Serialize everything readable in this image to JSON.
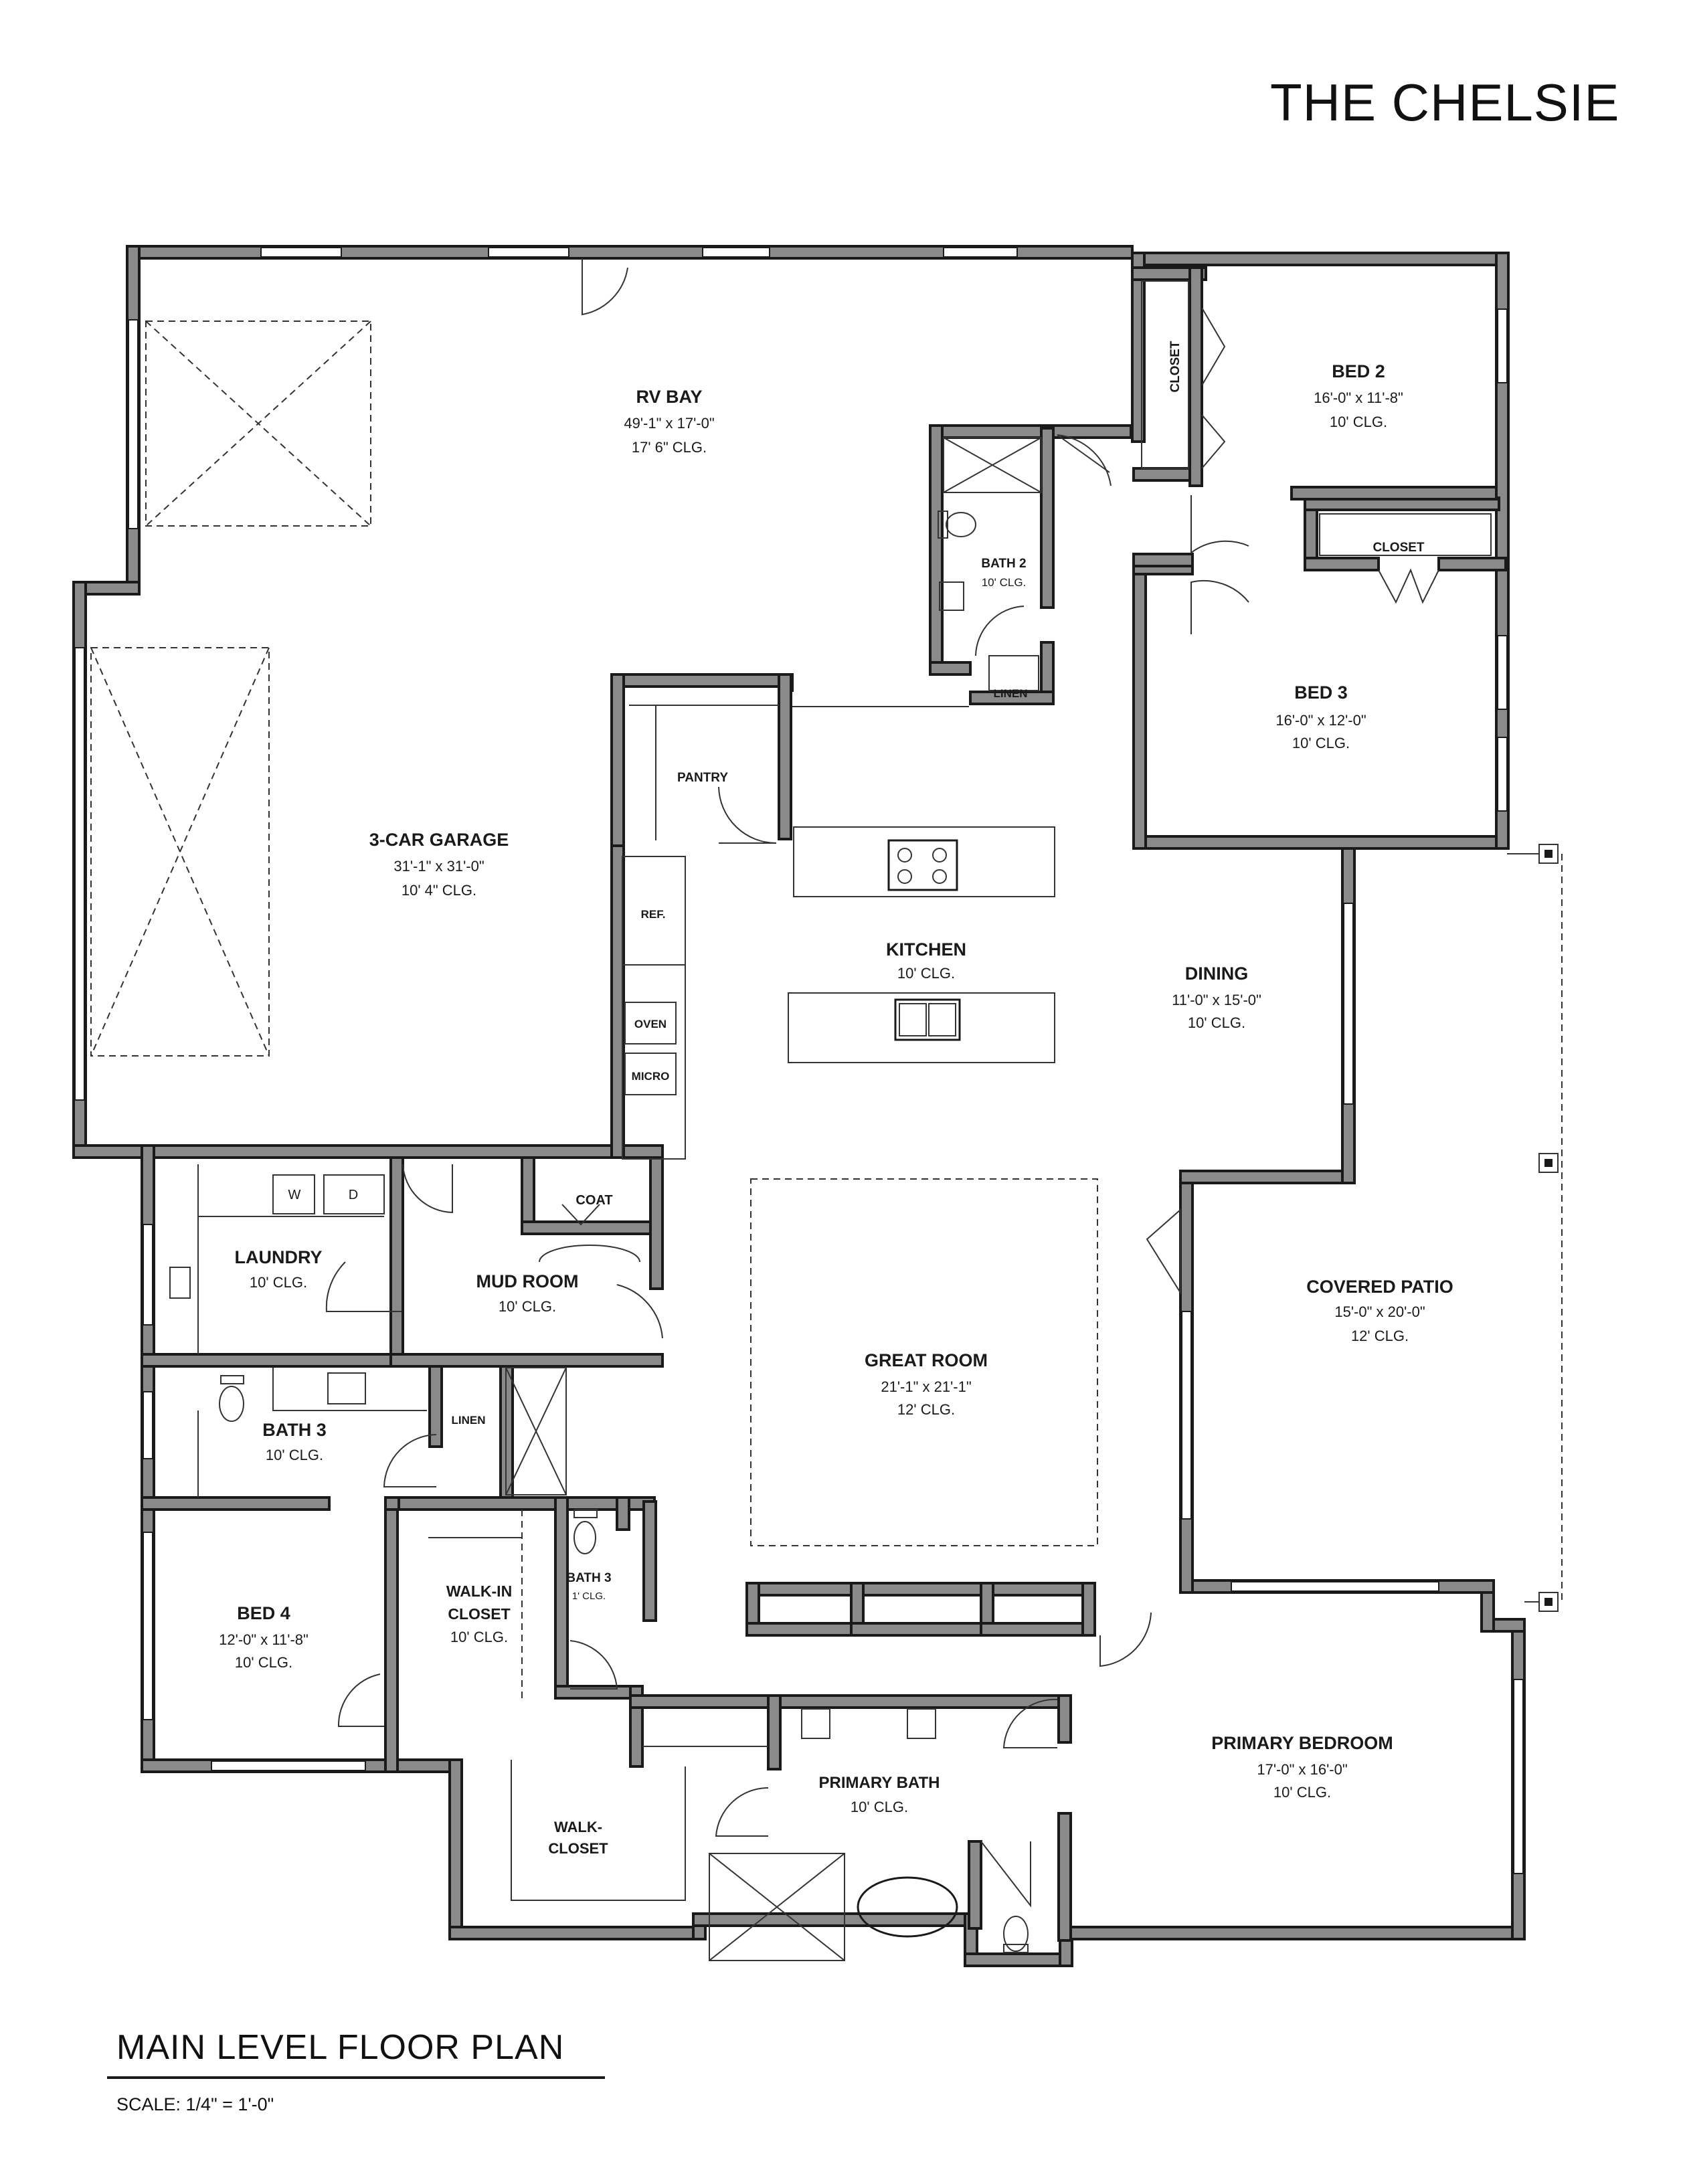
{
  "header": {
    "title": "THE CHELSIE"
  },
  "footer": {
    "plan_title": "MAIN LEVEL FLOOR PLAN",
    "scale": "SCALE:  1/4\"  =  1'-0\""
  },
  "rooms": {
    "rv_bay": {
      "name": "RV BAY",
      "size": "49'-1\" x 17'-0\"",
      "ceiling": "17' 6\"  CLG."
    },
    "garage": {
      "name": "3-CAR GARAGE",
      "size": "31'-1\" x 31'-0\"",
      "ceiling": "10' 4\"  CLG."
    },
    "bed2": {
      "name": "BED 2",
      "size": "16'-0\" x 11'-8\"",
      "ceiling": "10'  CLG."
    },
    "bed3": {
      "name": "BED 3",
      "size": "16'-0\" x 12'-0\"",
      "ceiling": "10'  CLG."
    },
    "bath2": {
      "name": "BATH 2",
      "ceiling": "10'  CLG."
    },
    "kitchen": {
      "name": "KITCHEN",
      "ceiling": "10'  CLG."
    },
    "dining": {
      "name": "DINING",
      "size": "11'-0\" x 15'-0\"",
      "ceiling": "10'  CLG."
    },
    "pantry": {
      "name": "PANTRY"
    },
    "laundry": {
      "name": "LAUNDRY",
      "ceiling": "10'  CLG."
    },
    "mud_room": {
      "name": "MUD ROOM",
      "ceiling": "10'  CLG."
    },
    "great_room": {
      "name": "GREAT ROOM",
      "size": "21'-1\" x 21'-1\"",
      "ceiling": "12'  CLG."
    },
    "covered_patio": {
      "name": "COVERED PATIO",
      "size": "15'-0\" x 20'-0\"",
      "ceiling": "12'  CLG."
    },
    "bath3": {
      "name": "BATH 3",
      "ceiling": "10'  CLG."
    },
    "bath3b": {
      "name": "BATH 3",
      "ceiling": "1' CLG."
    },
    "bed4": {
      "name": "BED 4",
      "size": "12'-0\" x 11'-8\"",
      "ceiling": "10'  CLG."
    },
    "walkin_closet": {
      "name_line1": "WALK-IN",
      "name_line2": "CLOSET",
      "ceiling": "10'  CLG."
    },
    "walk_closet2": {
      "name_line1": "WALK-",
      "name_line2": "CLOSET"
    },
    "primary_bath": {
      "name": "PRIMARY BATH",
      "ceiling": "10'  CLG."
    },
    "primary_bedroom": {
      "name": "PRIMARY BEDROOM",
      "size": "17'-0\" x 16'-0\"",
      "ceiling": "10'  CLG."
    }
  },
  "fixtures": {
    "closet_bed2": "CLOSET",
    "closet_bed3": "CLOSET",
    "linen_bath2": "LINEN",
    "linen_bath3": "LINEN",
    "coat": "COAT",
    "refrigerator": "REF.",
    "oven": "OVEN",
    "microwave": "MICRO",
    "washer": "W",
    "dryer": "D"
  }
}
